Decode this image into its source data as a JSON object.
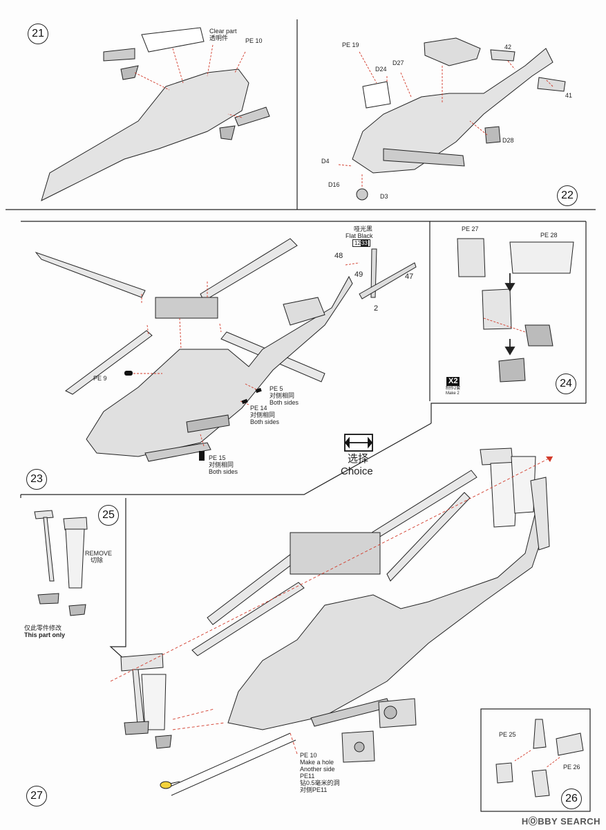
{
  "steps": {
    "s21": "21",
    "s22": "22",
    "s23": "23",
    "s24": "24",
    "s25": "25",
    "s26": "26",
    "s27": "27"
  },
  "step21": {
    "clear_part_en": "Clear part",
    "clear_part_cn": "透明件",
    "pe10": "PE 10"
  },
  "step22": {
    "pe19": "PE 19",
    "d24": "D24",
    "d27": "D27",
    "p42": "42",
    "p41": "41",
    "d28": "D28",
    "d4": "D4",
    "d16": "D16",
    "d3": "D3"
  },
  "step23": {
    "flat_black_cn": "哑光黑",
    "flat_black_en": "Flat Black",
    "paint_code_a": "12",
    "paint_code_b": "33",
    "p48": "48",
    "p49": "49",
    "p47": "47",
    "p2": "2",
    "pe9": "PE 9",
    "pe5": "PE 5",
    "pe5_cn": "对侧相同",
    "pe5_en": "Both sides",
    "pe14": "PE 14",
    "pe14_cn": "对侧相同",
    "pe14_en": "Both sides",
    "pe15": "PE 15",
    "pe15_cn": "对侧相同",
    "pe15_en": "Both sides"
  },
  "step24": {
    "pe27": "PE 27",
    "pe28": "PE 28",
    "x2": "X2",
    "make_cn": "制作2套",
    "make_en": "Make 2"
  },
  "choice": {
    "cn": "选择",
    "en": "Choice"
  },
  "step25": {
    "remove_en": "REMOVE",
    "remove_cn": "切除",
    "only_cn": "仅此零件修改",
    "only_en": "This part only"
  },
  "step27": {
    "pe10": "PE 10",
    "hole": "Make a hole",
    "another": "Another side",
    "pe11": "PE11",
    "drill_cn": "钻0.5毫米的洞",
    "pe11_cn": "对侧PE11"
  },
  "step26": {
    "pe25": "PE 25",
    "pe26": "PE 26"
  },
  "watermark": "HⓄBBY SEARCH",
  "colors": {
    "line": "#222222",
    "guide": "#d23a2a",
    "tint": "#c4c4c4"
  }
}
